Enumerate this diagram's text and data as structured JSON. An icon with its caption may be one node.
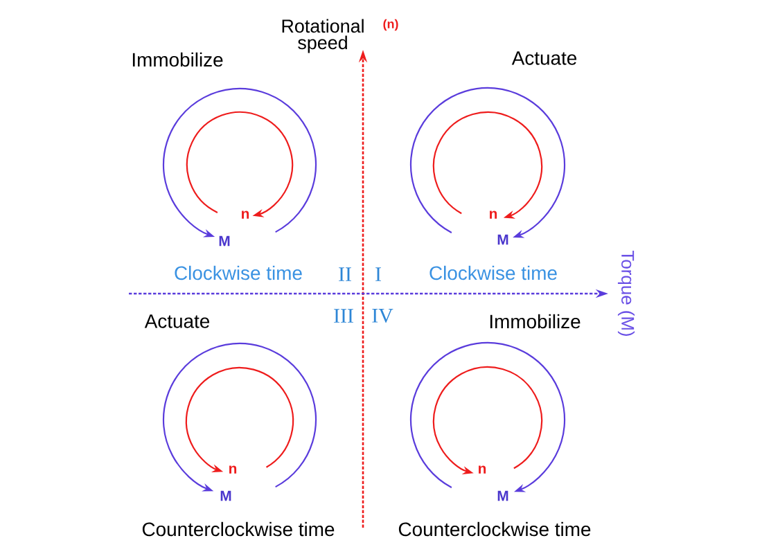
{
  "diagram": {
    "labels": [
      "Rotational speed",
      "(n)",
      "Immobilize",
      "Actuate",
      "n",
      "n",
      "M",
      "M",
      "Clockwise time",
      "II",
      "I",
      "Clockwise time",
      "Torque (M)",
      "III",
      "IV",
      "Actuate",
      "Immobilize",
      "n",
      "n",
      "M",
      "M",
      "Counterclockwise time",
      "Counterclockwise time"
    ]
  }
}
